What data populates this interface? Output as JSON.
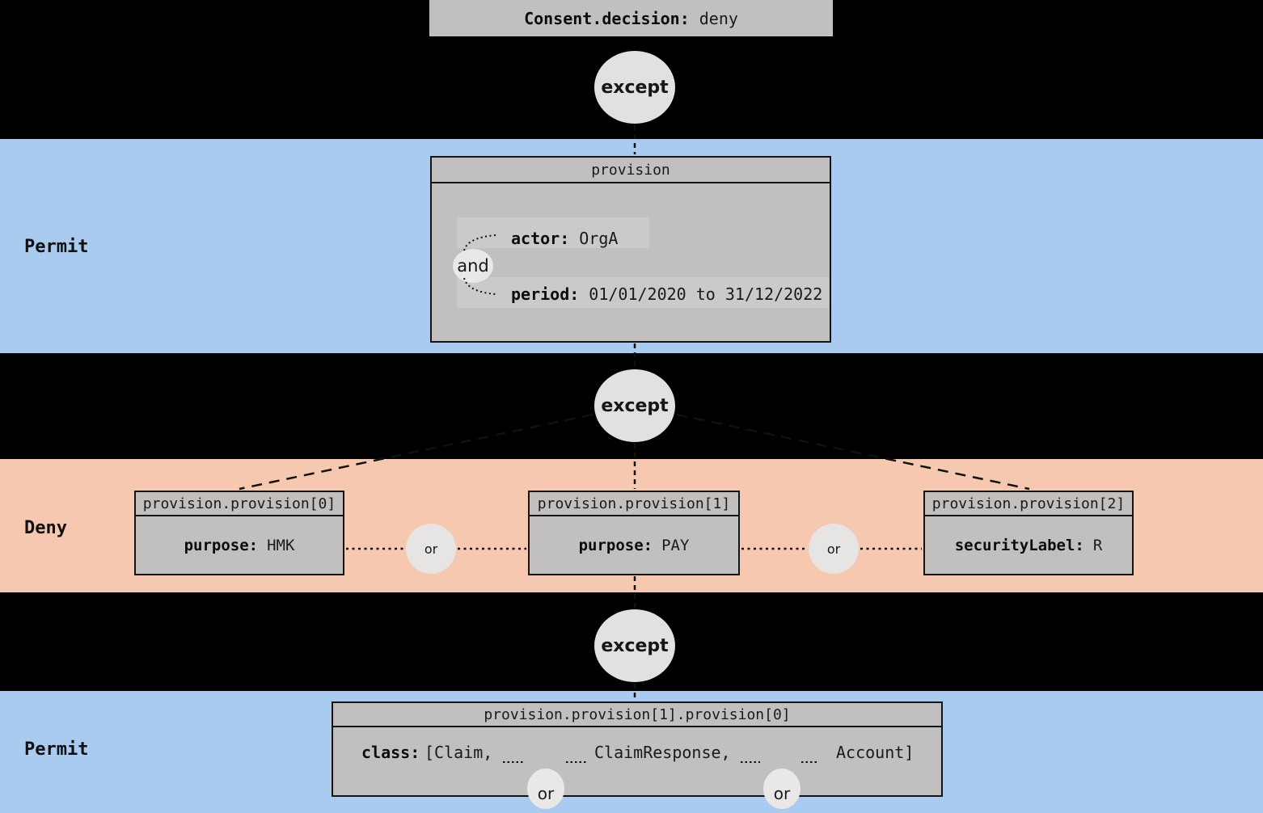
{
  "consent": {
    "label_bold": "Consent.decision:",
    "label_value": "deny"
  },
  "labels": {
    "except": "except",
    "and": "and",
    "or": "or"
  },
  "bands": [
    {
      "label": "Permit"
    },
    {
      "label": "Deny"
    },
    {
      "label": "Permit"
    }
  ],
  "provision_box": {
    "header": "provision",
    "attributes": [
      {
        "label": "actor:",
        "value": "OrgA"
      },
      {
        "label": "period:",
        "value": "01/01/2020 to 31/12/2022"
      }
    ]
  },
  "deny_boxes": [
    {
      "header": "provision.provision[0]",
      "label": "purpose:",
      "value": "HMK"
    },
    {
      "header": "provision.provision[1]",
      "label": "purpose:",
      "value": "PAY"
    },
    {
      "header": "provision.provision[2]",
      "label": "securityLabel:",
      "value": "R"
    }
  ],
  "class_box": {
    "header": "provision.provision[1].provision[0]",
    "label": "class:",
    "items": [
      "[Claim,",
      "ClaimResponse,",
      "Account]"
    ]
  },
  "colors": {
    "background": "#000000",
    "permit_band": "#a9cbf0",
    "deny_band": "#f6c8af",
    "node_fill": "#c1c0bf",
    "attr_highlight": "#cbcac8",
    "connector_circle": "#e2e1df",
    "border": "#141414"
  }
}
